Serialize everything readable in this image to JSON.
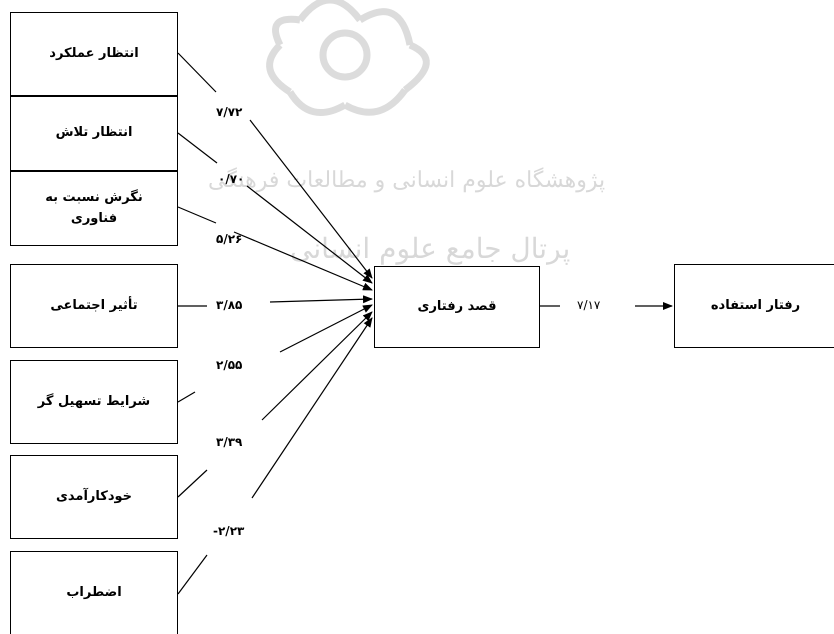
{
  "watermark": {
    "line1": "پژوهشگاه علوم انسانی و مطالعات فرهنگی",
    "line2": "پرتال جامع علوم انسانی",
    "logo_color": "#d9d9d9"
  },
  "inputs": [
    {
      "label": "انتظار عملکرد",
      "coefficient": "۷/۷۲"
    },
    {
      "label": "انتظار تلاش",
      "coefficient": "۰/۷۰"
    },
    {
      "label": "نگرش نسبت به فناوری",
      "coefficient": "۵/۲۶"
    },
    {
      "label": "تأثیر اجتماعی",
      "coefficient": "۳/۸۵"
    },
    {
      "label": "شرایط تسهیل گر",
      "coefficient": "۲/۵۵"
    },
    {
      "label": "خودکارآمدی",
      "coefficient": "۳/۳۹"
    },
    {
      "label": "اضطراب",
      "coefficient": "-۲/۲۳"
    }
  ],
  "mediator": {
    "label": "قصد رفتاری"
  },
  "output": {
    "label": "رفتار استفاده",
    "coefficient": "۷/۱۷"
  },
  "colors": {
    "line": "#000000",
    "background": "#ffffff"
  }
}
